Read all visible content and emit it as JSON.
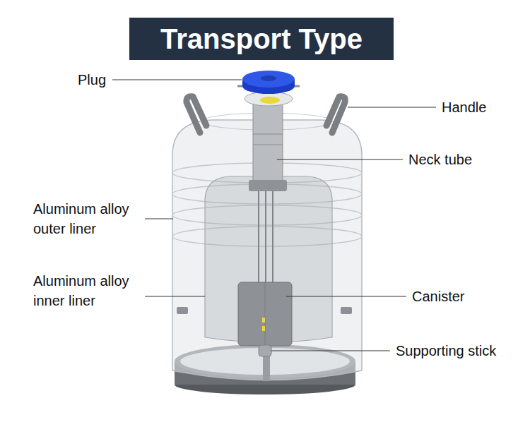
{
  "diagram": {
    "title": "Transport Type",
    "labels": [
      "Plug",
      "Handle",
      "Neck tube",
      "Aluminum alloy outer liner",
      "Aluminum alloy inner liner",
      "Canister",
      "Supporting stick"
    ]
  }
}
